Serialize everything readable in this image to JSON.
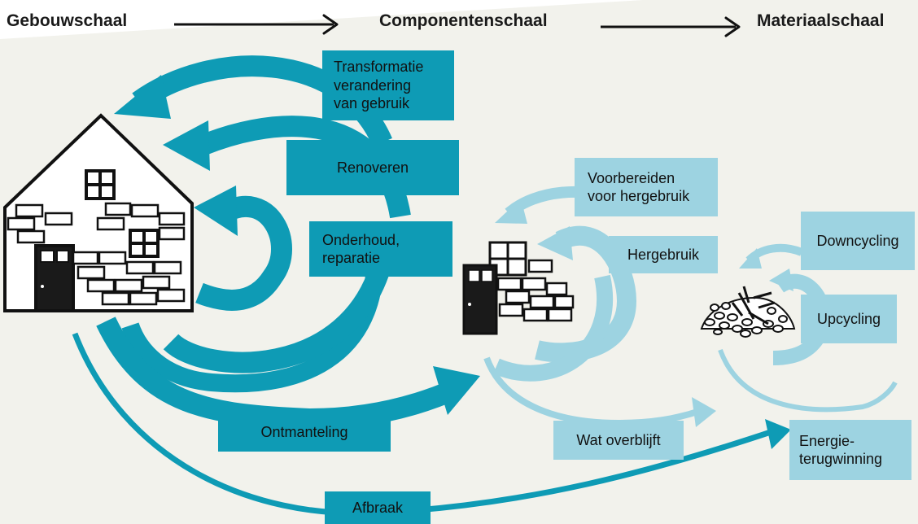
{
  "scales": {
    "building": "Gebouwschaal",
    "component": "Componentenschaal",
    "material": "Materiaalschaal"
  },
  "labels": {
    "transformatie": "Transformatie\nverandering\nvan gebruik",
    "renoveren": "Renoveren",
    "onderhoud": "Onderhoud,\nreparatie",
    "ontmanteling": "Ontmanteling",
    "afbraak": "Afbraak",
    "voorbereiden": "Voorbereiden\nvoor hergebruik",
    "hergebruik": "Hergebruik",
    "wat_overblijft": "Wat overblijft",
    "downcycling": "Downcycling",
    "upcycling": "Upcycling",
    "energie": "Energie-\nterugwinning"
  },
  "colors": {
    "background": "#f2f2ec",
    "dark_teal": "#0e9bb5",
    "light_blue": "#9dd3e1",
    "ink": "#1a1a1a"
  },
  "icons": [
    "house-icon",
    "brick-wall-door-icon",
    "rubble-pile-icon"
  ]
}
